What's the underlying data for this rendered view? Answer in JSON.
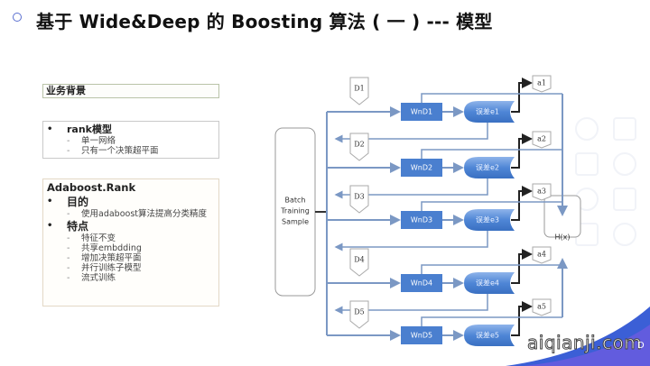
{
  "title": "基于 Wide&Deep 的 Boosting 算法 ( 一 ) --- 模型",
  "left_panel": {
    "background_box": "业务背景",
    "rank_box": {
      "bullet": "rank模型",
      "items": [
        "单一网络",
        "只有一个决策超平面"
      ]
    },
    "adaboost_box": {
      "title": "Adaboost.Rank",
      "sections": [
        {
          "heading": "目的",
          "items": [
            "使用adaboost算法提高分类精度"
          ]
        },
        {
          "heading": "特点",
          "items": [
            "特征不变",
            "共享embdding",
            "增加决策超平面",
            "并行训练子模型",
            "流式训练"
          ]
        }
      ]
    }
  },
  "diagram": {
    "input_node": [
      "Batch",
      "Training",
      "Sample"
    ],
    "rows": [
      {
        "data": "D1",
        "model": "WnD1",
        "error": "误差e1",
        "alpha": "a1"
      },
      {
        "data": "D2",
        "model": "WnD2",
        "error": "误差e2",
        "alpha": "a2"
      },
      {
        "data": "D3",
        "model": "WnD3",
        "error": "误差e3",
        "alpha": "a3"
      },
      {
        "data": "D4",
        "model": "WnD4",
        "error": "误差e4",
        "alpha": "a4"
      },
      {
        "data": "D5",
        "model": "WnD5",
        "error": "误差e5",
        "alpha": "a5"
      }
    ],
    "output_node": "H(x)",
    "colors": {
      "model_fill": "#4a7fcf",
      "error_fill": "#5b8fd8",
      "line": "#7b98c4",
      "arrow_dark": "#222222"
    }
  },
  "watermark": "aiqianji.com",
  "page_number": "D"
}
